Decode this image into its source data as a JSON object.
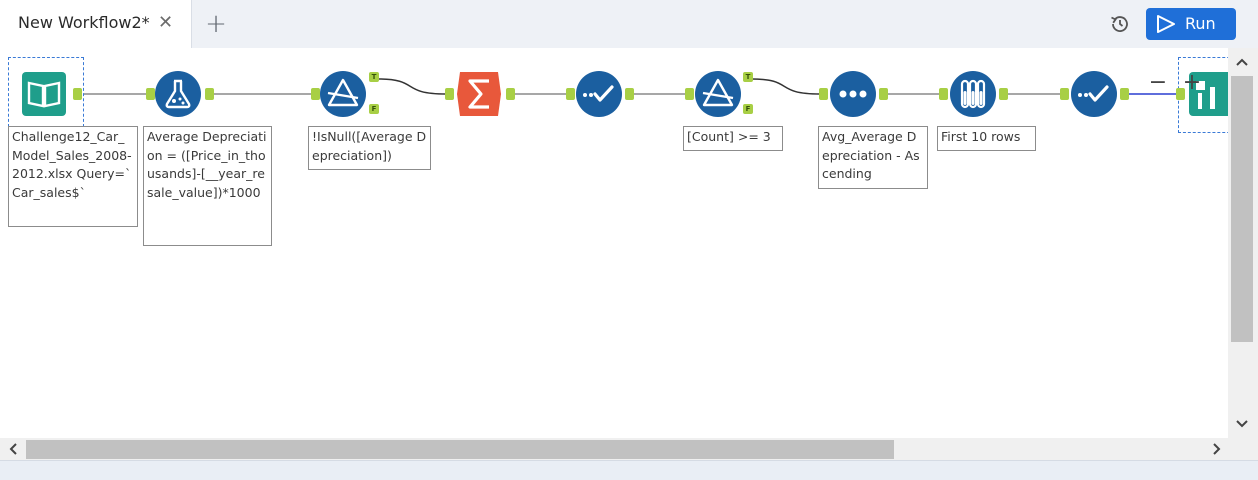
{
  "tabs": {
    "active_title": "New Workflow2*",
    "close_glyph": "✕",
    "new_tab_glyph": "+"
  },
  "toolbar": {
    "history_icon": "history-icon",
    "run_label": "Run",
    "run_color": "#1f6fd8"
  },
  "zoom": {
    "out_glyph": "−",
    "in_glyph": "+"
  },
  "tools": [
    {
      "name": "input-data-tool",
      "icon": "book-icon",
      "annotation": "Challenge12_Car_Model_Sales_2008-2012.xlsx Query=`Car_sales$`"
    },
    {
      "name": "formula-tool",
      "icon": "flask-icon",
      "annotation": "Average Depreciation = ([Price_in_thousands]-[__year_resale_value])*1000"
    },
    {
      "name": "filter-tool",
      "icon": "filter-triangle-icon",
      "annotation": "!IsNull([Average Depreciation])"
    },
    {
      "name": "summarize-tool",
      "icon": "sigma-icon",
      "annotation": ""
    },
    {
      "name": "select-tool",
      "icon": "checkmark-icon",
      "annotation": ""
    },
    {
      "name": "filter-tool-2",
      "icon": "filter-triangle-icon",
      "annotation": "[Count] >= 3"
    },
    {
      "name": "sort-tool",
      "icon": "dots-icon",
      "annotation": "Avg_Average Depreciation - Ascending"
    },
    {
      "name": "sample-tool",
      "icon": "test-tubes-icon",
      "annotation": "First 10 rows"
    },
    {
      "name": "select-tool-2",
      "icon": "checkmark-icon",
      "annotation": ""
    },
    {
      "name": "browse-tool",
      "icon": "browse-icon",
      "annotation": ""
    }
  ],
  "anchor_labels": {
    "true": "T",
    "false": "F"
  },
  "colors": {
    "in_out": "#1f9e8b",
    "preparation": "#1b5fa0",
    "transform": "#e8583b",
    "anchor": "#a8cf45"
  }
}
